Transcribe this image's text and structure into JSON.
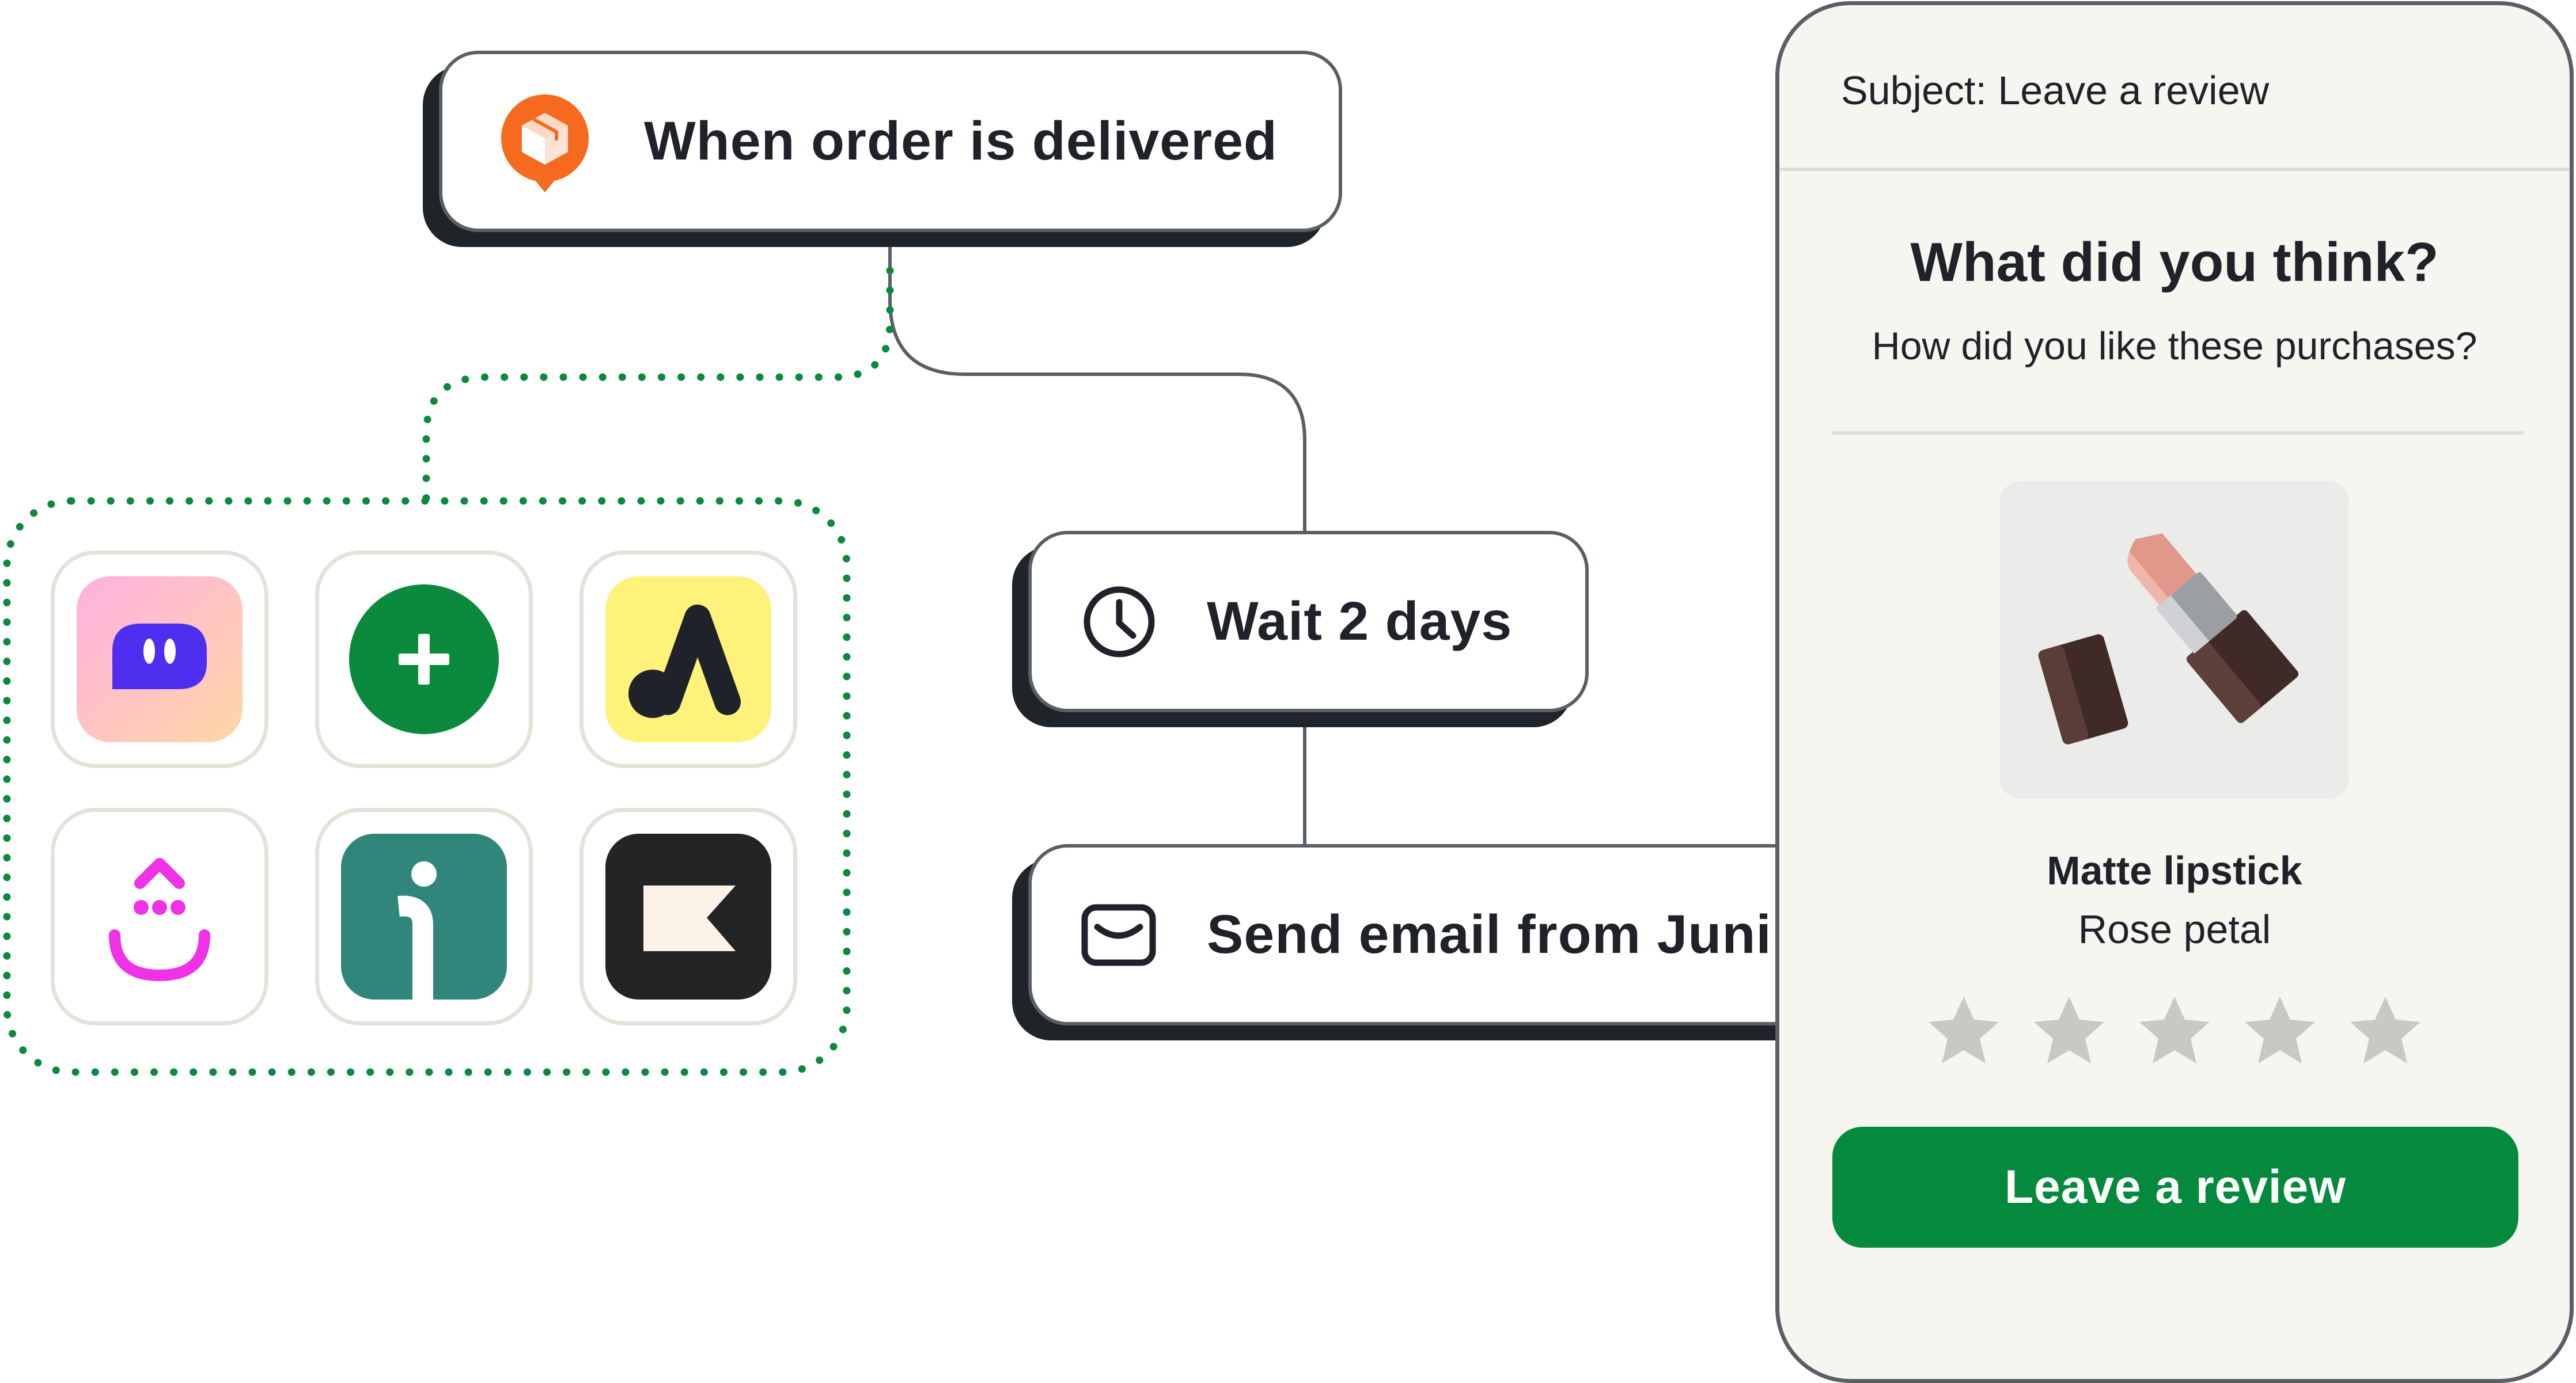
{
  "flow": {
    "trigger": {
      "label": "When order is delivered",
      "icon": "package-location-icon"
    },
    "wait": {
      "label": "Wait 2 days",
      "icon": "clock-icon"
    },
    "email": {
      "label": "Send email from Junip",
      "icon": "envelope-icon"
    }
  },
  "integrations": [
    {
      "name": "chat-bubble-app",
      "icon": "chat-bubble-icon"
    },
    {
      "name": "plus-app",
      "icon": "plus-circle-icon"
    },
    {
      "name": "a-app",
      "icon": "letter-a-icon"
    },
    {
      "name": "smile-app",
      "icon": "smile-face-icon"
    },
    {
      "name": "i-app",
      "icon": "letter-i-icon"
    },
    {
      "name": "flag-app",
      "icon": "flag-icon"
    }
  ],
  "email_preview": {
    "subject": "Subject: Leave a review",
    "heading": "What did you think?",
    "subheading": "How did you like these purchases?",
    "product": {
      "name": "Matte lipstick",
      "variant": "Rose petal",
      "image_icon": "lipstick-icon"
    },
    "rating": {
      "stars": 5,
      "selected": 0
    },
    "button_label": "Leave a review"
  },
  "colors": {
    "accent": "#058a3d",
    "card_border": "#5a5f66",
    "card_shadow": "#1f2429",
    "panel_background": "#f6f6f1",
    "star": "#c8c8c4",
    "trigger_icon": "#f56a1e"
  }
}
